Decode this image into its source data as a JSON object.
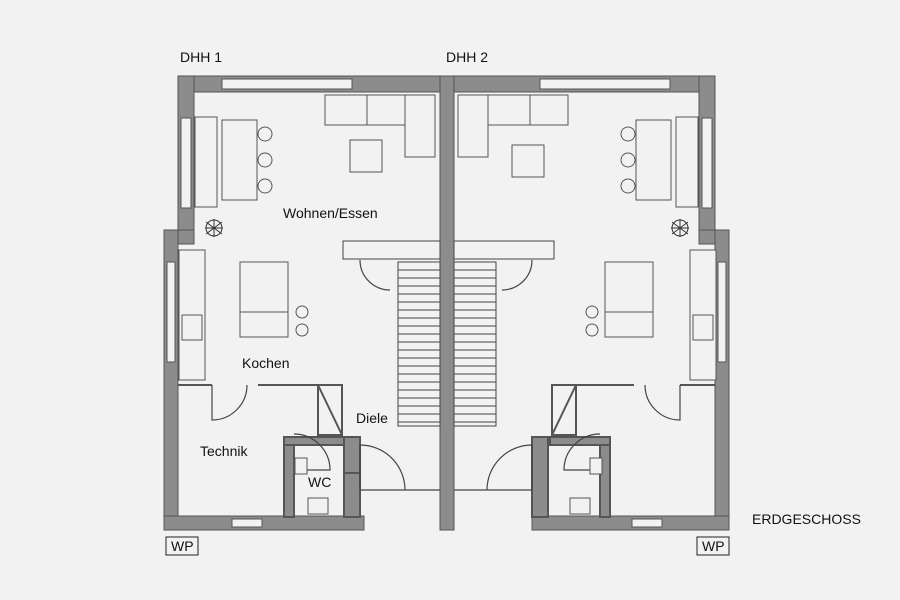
{
  "house_1": {
    "label": "DHH 1",
    "wp": "WP"
  },
  "house_2": {
    "label": "DHH 2",
    "wp": "WP"
  },
  "rooms": {
    "wohnen": "Wohnen/Essen",
    "kochen": "Kochen",
    "diele": "Diele",
    "technik": "Technik",
    "wc": "WC"
  },
  "floor_label": "ERDGESCHOSS",
  "colors": {
    "wall": "#8c8c8c",
    "line": "#444444",
    "fill": "#f2f2f2"
  }
}
